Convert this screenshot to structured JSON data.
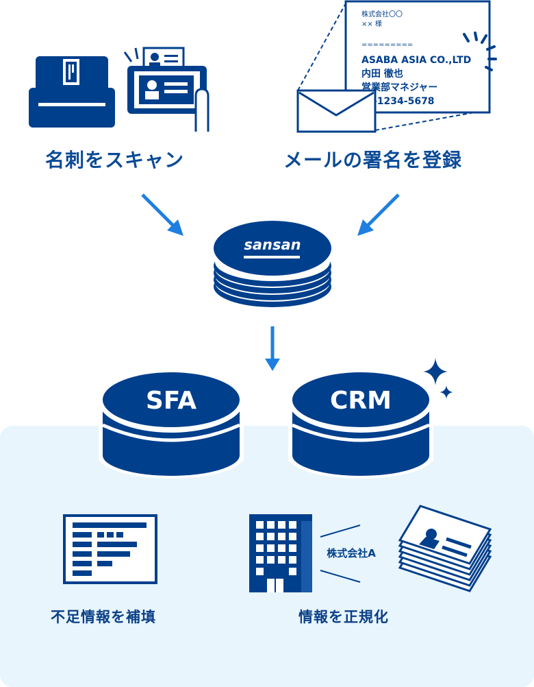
{
  "colors": {
    "navy": "#003f8c",
    "blue_arrow": "#1e7fe0",
    "panel_bg": "#e8f5fd",
    "white": "#ffffff"
  },
  "steps": {
    "scan_label": "名刺をスキャン",
    "email_label": "メールの署名を登録"
  },
  "signature_card": {
    "company_line": "株式会社〇〇",
    "recipient_line": "×× 様",
    "separator": "=========",
    "company_en": "ASABA ASIA CO.,LTD",
    "person_name": "内田 徹也",
    "title": "営業部マネジャー",
    "phone": "-1234-5678"
  },
  "hub": {
    "logo_text": "sansan"
  },
  "databases": {
    "sfa_label": "SFA",
    "crm_label": "CRM"
  },
  "outcomes": {
    "fill_label": "不足情報を補填",
    "normalize_label": "情報を正規化",
    "company_tag": "株式会社A"
  },
  "icons": [
    "scanner-icon",
    "tablet-card-icon",
    "envelope-icon",
    "signature-card-icon",
    "sansan-database-icon",
    "sfa-database-icon",
    "crm-database-icon",
    "sparkle-icon",
    "form-document-icon",
    "office-building-icon",
    "card-stack-icon"
  ]
}
